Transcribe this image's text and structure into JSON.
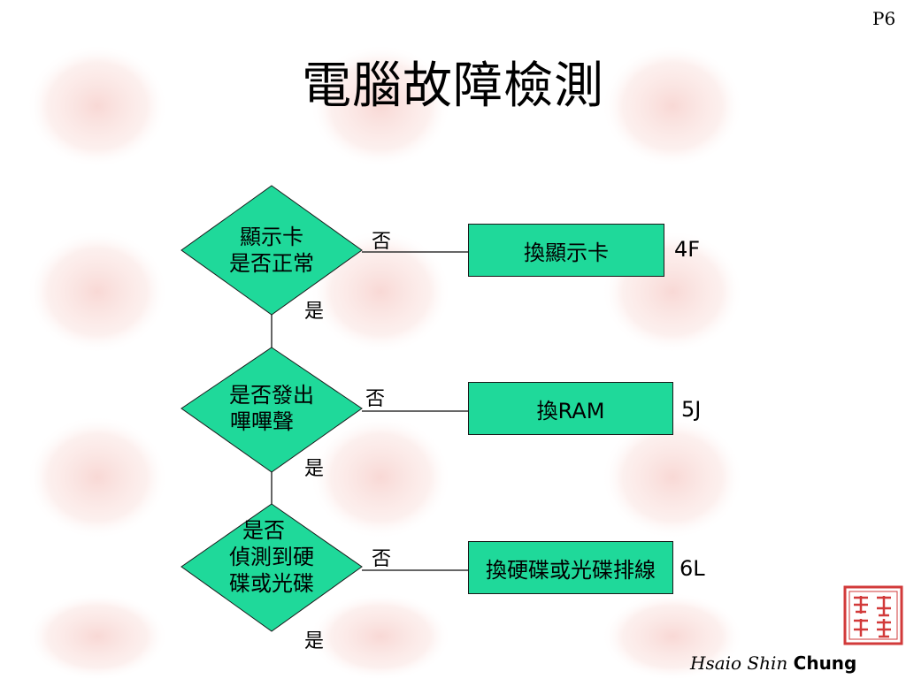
{
  "page_number": "P6",
  "title": "電腦故障檢測",
  "nodes": [
    {
      "line1": "顯示卡",
      "line2": "是否正常"
    },
    {
      "line1": "是否發出",
      "line2": "嗶嗶聲"
    },
    {
      "line1": "是否",
      "line2": "偵測到硬",
      "line3": "碟或光碟"
    }
  ],
  "branches": [
    {
      "no_label": "否",
      "yes_label": "是",
      "action": "換顯示卡",
      "code": "4F"
    },
    {
      "no_label": "否",
      "yes_label": "是",
      "action": "換RAM",
      "code": "5J"
    },
    {
      "no_label": "否",
      "yes_label": "是",
      "action": "換硬碟或光碟排線",
      "code": "6L"
    }
  ],
  "signature": {
    "first": "Hsaio Shin",
    "last": "Chung"
  },
  "colors": {
    "diamond_fill": "#1fd99a",
    "box_fill": "#1fd99a",
    "line": "#333333",
    "background_tint": "#f6c8c2"
  }
}
